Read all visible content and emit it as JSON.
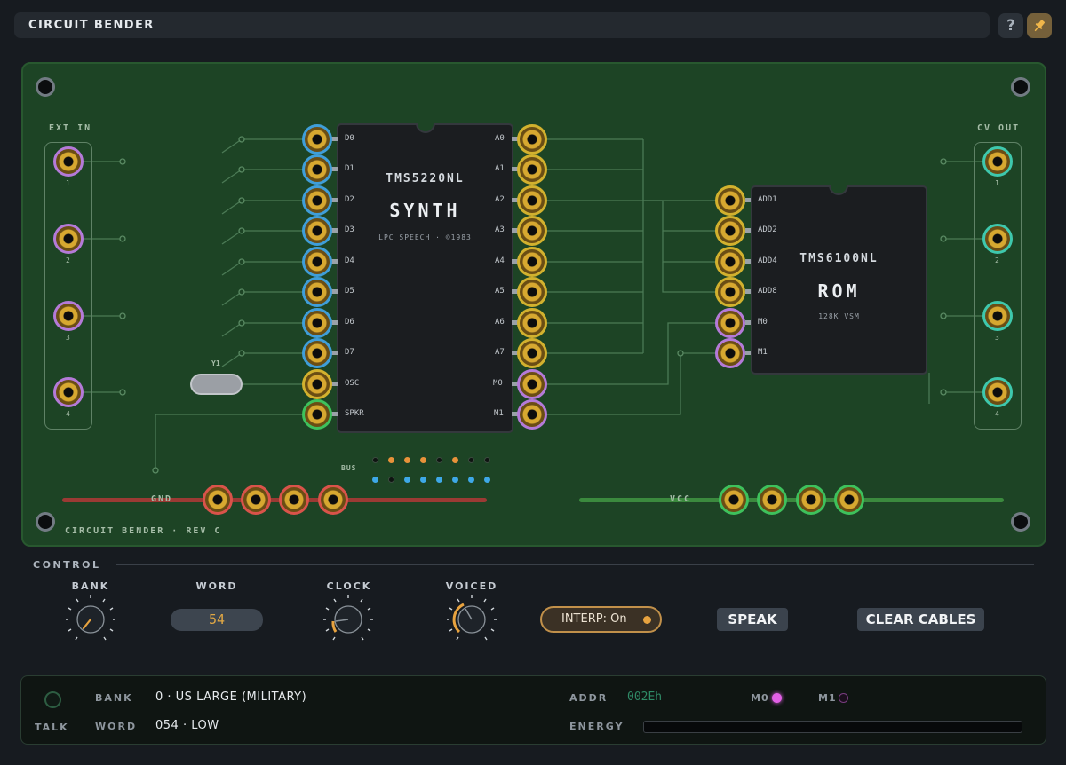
{
  "app": {
    "title": "CIRCUIT BENDER",
    "help_icon": "question-icon",
    "pin_icon": "pin-icon"
  },
  "board": {
    "ext_in_label": "EXT IN",
    "cv_out_label": "CV OUT",
    "gnd_label": "GND",
    "vcc_label": "VCC",
    "bus_label": "BUS",
    "crystal_label": "Y1",
    "footer": "CIRCUIT BENDER · REV C",
    "ext_in_jacks": [
      "1",
      "2",
      "3",
      "4"
    ],
    "cv_out_jacks": [
      "1",
      "2",
      "3",
      "4"
    ]
  },
  "synth_chip": {
    "part": "TMS5220NL",
    "name": "SYNTH",
    "sub": "LPC SPEECH · ©1983",
    "left_pins": [
      "D0",
      "D1",
      "D2",
      "D3",
      "D4",
      "D5",
      "D6",
      "D7",
      "OSC",
      "SPKR"
    ],
    "right_pins": [
      "A0",
      "A1",
      "A2",
      "A3",
      "A4",
      "A5",
      "A6",
      "A7",
      "M0",
      "M1"
    ]
  },
  "rom_chip": {
    "part": "TMS6100NL",
    "name": "ROM",
    "sub": "128K VSM",
    "pins": [
      "ADD1",
      "ADD2",
      "ADD4",
      "ADD8",
      "M0",
      "M1"
    ]
  },
  "control": {
    "title": "CONTROL",
    "bank_label": "BANK",
    "word_label": "WORD",
    "word_value": "54",
    "clock_label": "CLOCK",
    "voiced_label": "VOICED",
    "interp_label": "INTERP: On",
    "speak_label": "SPEAK",
    "clear_label": "CLEAR CABLES"
  },
  "status": {
    "talk_label": "TALK",
    "bank_label": "BANK",
    "bank_value": "0 · US LARGE (MILITARY)",
    "word_label": "WORD",
    "word_value": "054 · LOW",
    "addr_label": "ADDR",
    "addr_value": "002Eh",
    "m0_label": "M0",
    "m1_label": "M1",
    "energy_label": "ENERGY",
    "energy_level": 0
  },
  "colors": {
    "board": "#1d4425",
    "accent": "#e8a33f",
    "m0_led": "#e260e6",
    "addr": "#2f8a66"
  }
}
